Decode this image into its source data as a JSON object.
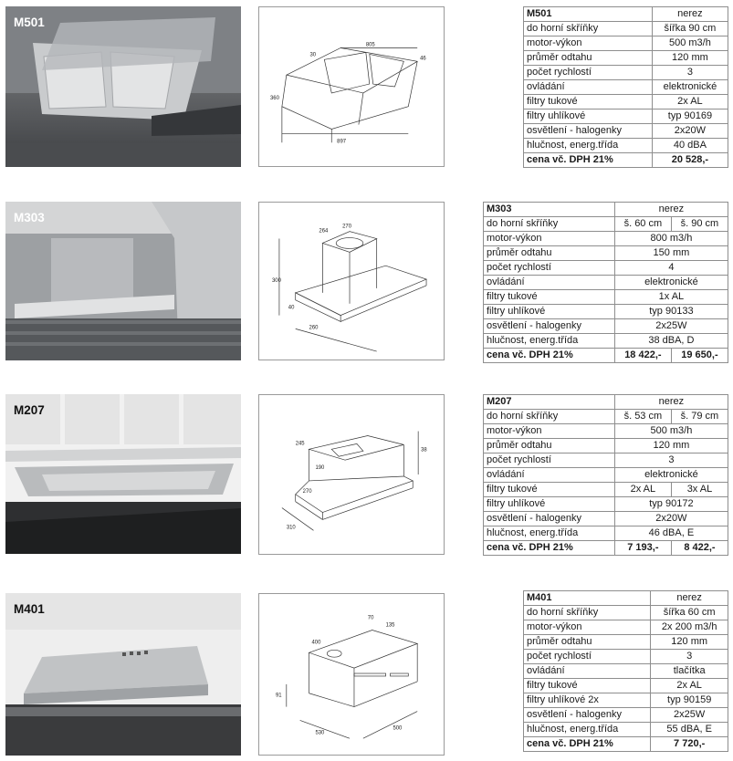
{
  "models": [
    {
      "code": "M501",
      "finish": "nerez",
      "rows": [
        {
          "label": "do horní skříňky",
          "values": [
            "šířka 90 cm"
          ]
        },
        {
          "label": "motor-výkon",
          "values": [
            "500 m3/h"
          ]
        },
        {
          "label": "průměr odtahu",
          "values": [
            "120 mm"
          ]
        },
        {
          "label": "počet rychlostí",
          "values": [
            "3"
          ]
        },
        {
          "label": "ovládání",
          "values": [
            "elektronické"
          ]
        },
        {
          "label": "filtry tukové",
          "values": [
            "2x AL"
          ]
        },
        {
          "label": "filtry uhlíkové",
          "values": [
            "typ 90169"
          ]
        },
        {
          "label": "osvětlení - halogenky",
          "values": [
            "2x20W"
          ]
        },
        {
          "label": "hlučnost, energ.třída",
          "values": [
            "40 dBA"
          ]
        }
      ],
      "price_label": "cena vč. DPH 21%",
      "prices": [
        "20 528,-"
      ],
      "dims": [
        "805",
        "30",
        "46",
        "360",
        "897"
      ]
    },
    {
      "code": "M303",
      "finish": "nerez",
      "rows": [
        {
          "label": "do horní skříňky",
          "values": [
            "š. 60 cm",
            "š. 90 cm"
          ]
        },
        {
          "label": "motor-výkon",
          "values": [
            "800 m3/h"
          ]
        },
        {
          "label": "průměr odtahu",
          "values": [
            "150 mm"
          ]
        },
        {
          "label": "počet rychlostí",
          "values": [
            "4"
          ]
        },
        {
          "label": "ovládání",
          "values": [
            "elektronické"
          ]
        },
        {
          "label": "filtry tukové",
          "values": [
            "1x AL"
          ]
        },
        {
          "label": "filtry uhlíkové",
          "values": [
            "typ 90133"
          ]
        },
        {
          "label": "osvětlení - halogenky",
          "values": [
            "2x25W"
          ]
        },
        {
          "label": "hlučnost, energ.třída",
          "values": [
            "38 dBA, D"
          ]
        }
      ],
      "price_label": "cena vč. DPH 21%",
      "prices": [
        "18 422,-",
        "19 650,-"
      ],
      "dims": [
        "264",
        "270",
        "300",
        "260",
        "40"
      ]
    },
    {
      "code": "M207",
      "finish": "nerez",
      "rows": [
        {
          "label": "do horní skříňky",
          "values": [
            "š. 53 cm",
            "š. 79 cm"
          ]
        },
        {
          "label": "motor-výkon",
          "values": [
            "500 m3/h"
          ]
        },
        {
          "label": "průměr odtahu",
          "values": [
            "120 mm"
          ]
        },
        {
          "label": "počet rychlostí",
          "values": [
            "3"
          ]
        },
        {
          "label": "ovládání",
          "values": [
            "elektronické"
          ]
        },
        {
          "label": "filtry tukové",
          "values": [
            "2x AL",
            "3x AL"
          ]
        },
        {
          "label": "filtry uhlíkové",
          "values": [
            "typ 90172"
          ]
        },
        {
          "label": "osvětlení - halogenky",
          "values": [
            "2x20W"
          ]
        },
        {
          "label": "hlučnost, energ.třída",
          "values": [
            "46 dBA, E"
          ]
        }
      ],
      "price_label": "cena vč. DPH 21%",
      "prices": [
        "7 193,-",
        "8 422,-"
      ],
      "dims": [
        "245",
        "190",
        "270",
        "310",
        "38"
      ]
    },
    {
      "code": "M401",
      "finish": "nerez",
      "rows": [
        {
          "label": "do horní skříňky",
          "values": [
            "šířka 60 cm"
          ]
        },
        {
          "label": "motor-výkon",
          "values": [
            "2x 200 m3/h"
          ]
        },
        {
          "label": "průměr odtahu",
          "values": [
            "120 mm"
          ]
        },
        {
          "label": "počet rychlostí",
          "values": [
            "3"
          ]
        },
        {
          "label": "ovládání",
          "values": [
            "tlačítka"
          ]
        },
        {
          "label": "filtry tukové",
          "values": [
            "2x AL"
          ]
        },
        {
          "label": "filtry uhlíkové 2x",
          "values": [
            "typ 90159"
          ]
        },
        {
          "label": "osvětlení - halogenky",
          "values": [
            "2x25W"
          ]
        },
        {
          "label": "hlučnost, energ.třída",
          "values": [
            "55 dBA, E"
          ]
        }
      ],
      "price_label": "cena vč. DPH 21%",
      "prices": [
        "7 720,-"
      ],
      "dims": [
        "400",
        "70",
        "135",
        "91",
        "530",
        "500"
      ]
    }
  ]
}
